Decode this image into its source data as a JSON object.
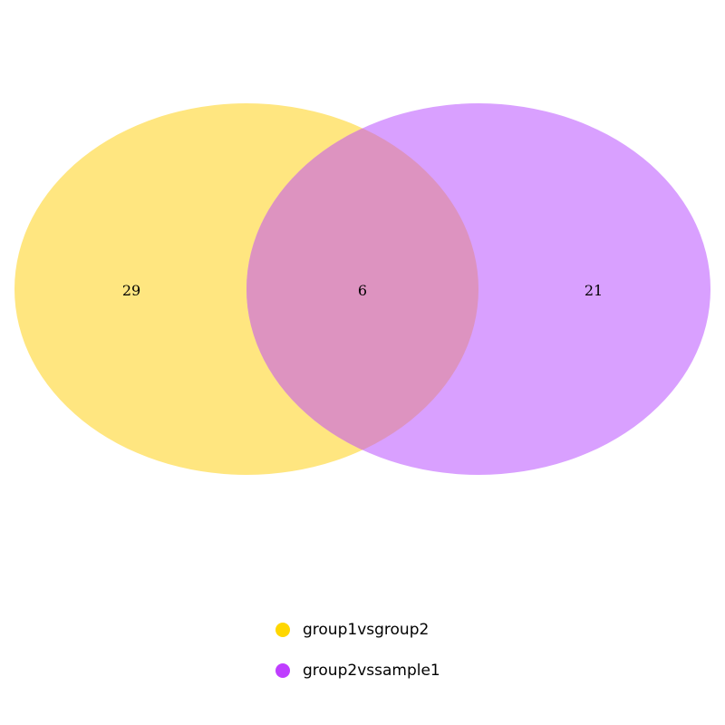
{
  "sets": [
    {
      "name": "group1vsgroup2",
      "only": 29,
      "color": "#FFD700",
      "fill": "#FFE680"
    },
    {
      "name": "group2vssample1",
      "only": 21,
      "color": "#BF3EFF",
      "fill": "#D9A0FF"
    }
  ],
  "intersection": 6,
  "overlap_fill": "#DD93C0"
}
